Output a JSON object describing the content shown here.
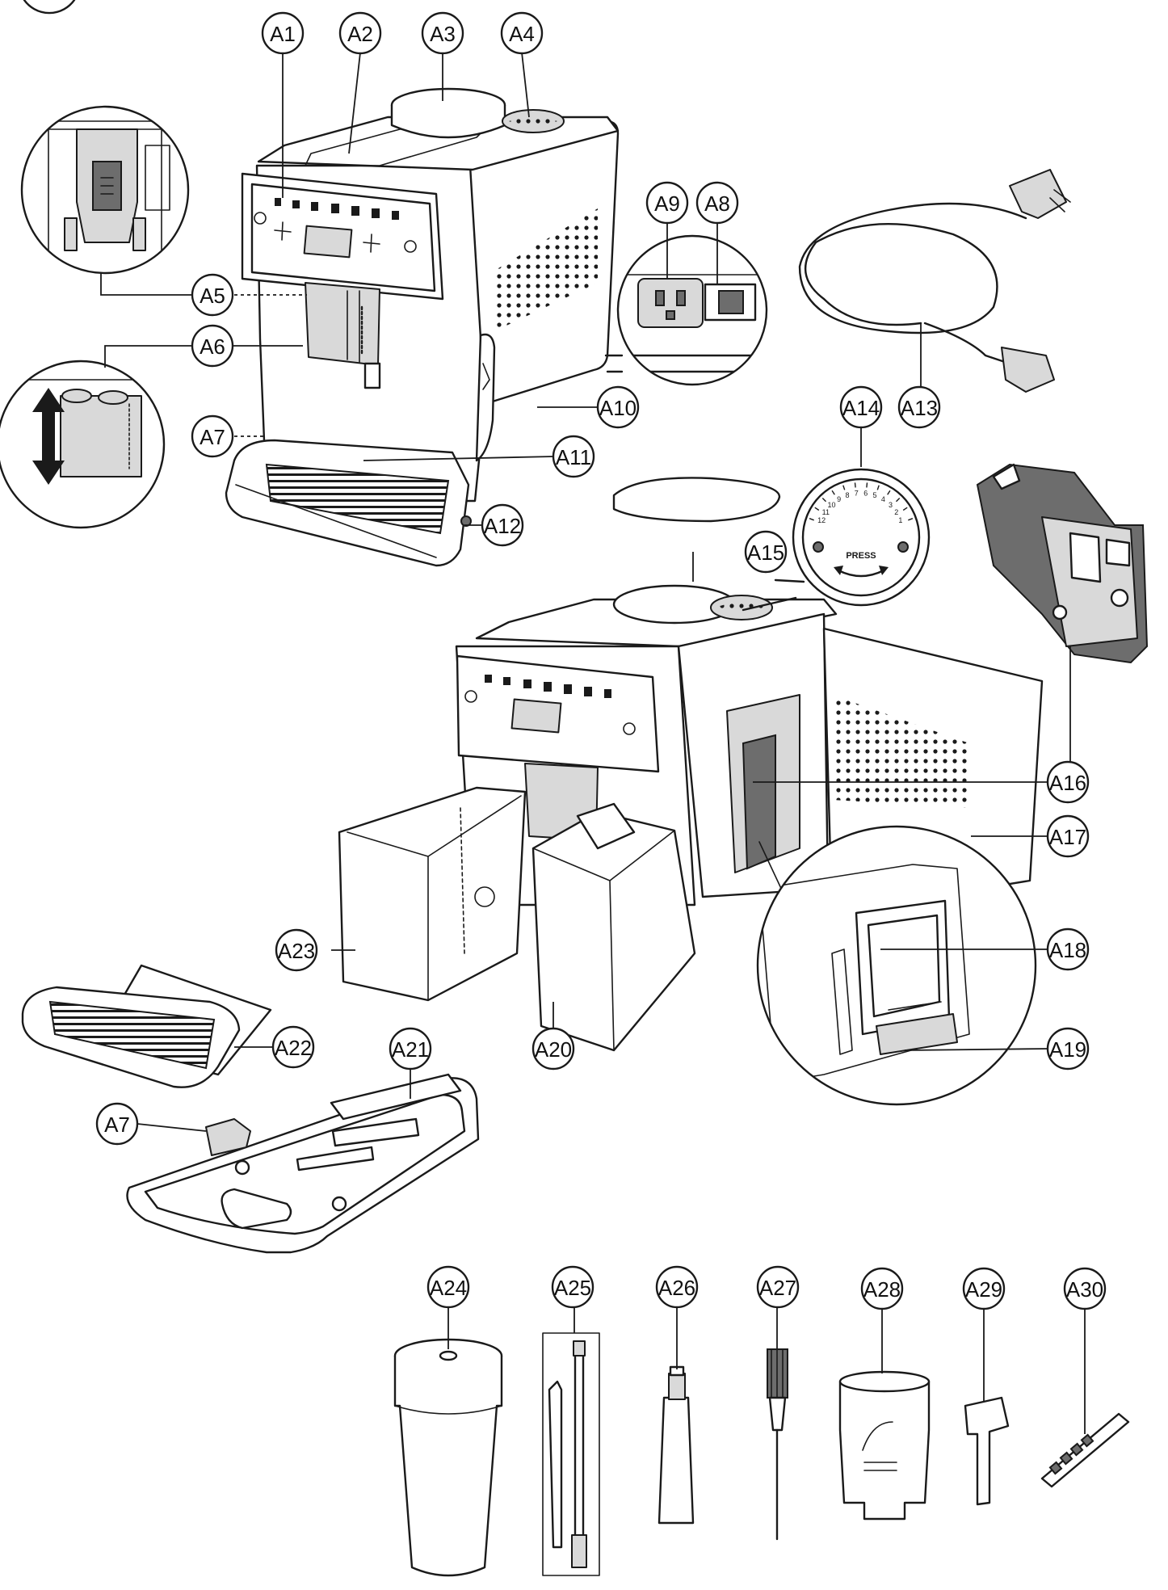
{
  "callouts": [
    {
      "id": "A1",
      "label": "A1"
    },
    {
      "id": "A2",
      "label": "A2"
    },
    {
      "id": "A3",
      "label": "A3"
    },
    {
      "id": "A4",
      "label": "A4"
    },
    {
      "id": "A5",
      "label": "A5"
    },
    {
      "id": "A6",
      "label": "A6"
    },
    {
      "id": "A7a",
      "label": "A7"
    },
    {
      "id": "A8",
      "label": "A8"
    },
    {
      "id": "A9",
      "label": "A9"
    },
    {
      "id": "A10",
      "label": "A10"
    },
    {
      "id": "A11",
      "label": "A11"
    },
    {
      "id": "A12",
      "label": "A12"
    },
    {
      "id": "A13",
      "label": "A13"
    },
    {
      "id": "A14",
      "label": "A14"
    },
    {
      "id": "A15",
      "label": "A15"
    },
    {
      "id": "A16",
      "label": "A16"
    },
    {
      "id": "A17",
      "label": "A17"
    },
    {
      "id": "A18",
      "label": "A18"
    },
    {
      "id": "A19",
      "label": "A19"
    },
    {
      "id": "A20",
      "label": "A20"
    },
    {
      "id": "A21",
      "label": "A21"
    },
    {
      "id": "A22",
      "label": "A22"
    },
    {
      "id": "A23",
      "label": "A23"
    },
    {
      "id": "A7b",
      "label": "A7"
    },
    {
      "id": "A24",
      "label": "A24"
    },
    {
      "id": "A25",
      "label": "A25"
    },
    {
      "id": "A26",
      "label": "A26"
    },
    {
      "id": "A27",
      "label": "A27"
    },
    {
      "id": "A28",
      "label": "A28"
    },
    {
      "id": "A29",
      "label": "A29"
    },
    {
      "id": "A30",
      "label": "A30"
    }
  ],
  "grinder_dial": {
    "press_label": "PRESS",
    "scale_numbers": [
      "12",
      "11",
      "10",
      "9",
      "8",
      "7",
      "6",
      "5",
      "4",
      "3",
      "2",
      "1"
    ]
  }
}
